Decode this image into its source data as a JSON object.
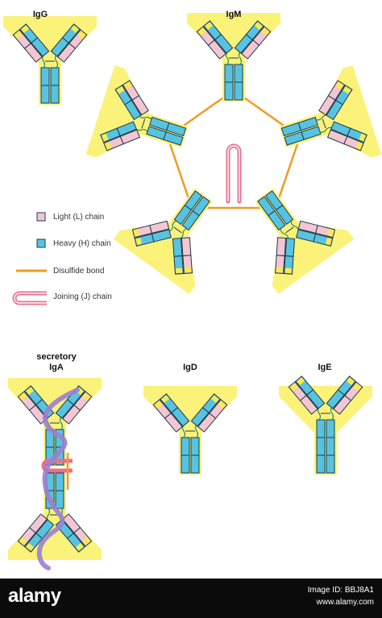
{
  "titles": {
    "igg": "IgG",
    "igm": "IgM",
    "iga_line1": "secretory",
    "iga_line2": "IgA",
    "igd": "IgD",
    "ige": "IgE"
  },
  "legend": {
    "light": "Light (L) chain",
    "heavy": "Heavy (H) chain",
    "disulfide": "Disulfide bond",
    "joining": "Joining (J) chain"
  },
  "watermark": {
    "brand": "alamy",
    "image_id_label": "Image ID: BBJ8A1",
    "url": "www.alamy.com"
  },
  "colors": {
    "light_chain": "#f4c6d4",
    "heavy_chain": "#58c3e0",
    "yellow_bg": "#fbf27a",
    "disulfide": "#f39a21",
    "j_chain": "#e9708a",
    "secretory_component": "#9b7fd4",
    "outline": "#1d3b4a"
  }
}
